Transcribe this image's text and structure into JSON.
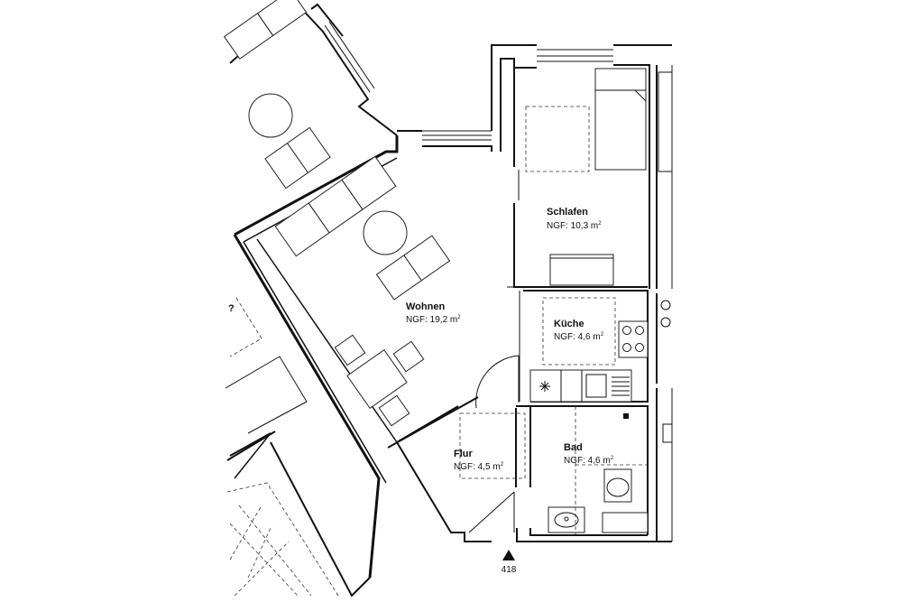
{
  "rooms": [
    {
      "id": "wohnen",
      "name": "Wohnen",
      "area": "NGF: 19,2 m",
      "unit_exp": "2"
    },
    {
      "id": "schlafen",
      "name": "Schlafen",
      "area": "NGF: 10,3 m",
      "unit_exp": "2"
    },
    {
      "id": "kueche",
      "name": "Küche",
      "area": "NGF: 4,6 m",
      "unit_exp": "2"
    },
    {
      "id": "flur",
      "name": "Flur",
      "area": "NGF: 4,5 m",
      "unit_exp": "2"
    },
    {
      "id": "bad",
      "name": "Bad",
      "area": "NGF: 4,6 m",
      "unit_exp": "2"
    }
  ],
  "entrance": {
    "label": "418"
  },
  "neighbor": {
    "fragment": "?"
  }
}
